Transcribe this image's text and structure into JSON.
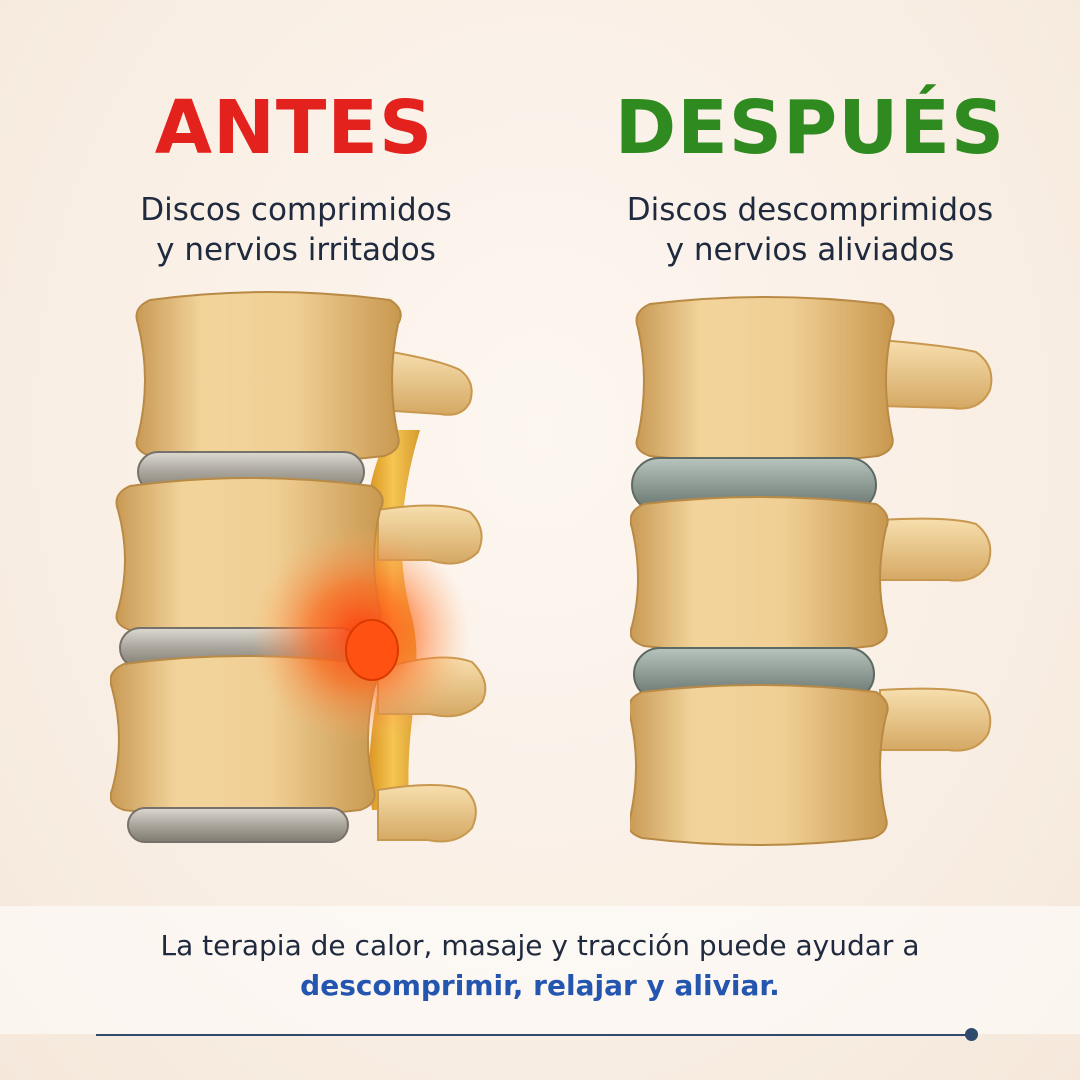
{
  "before": {
    "heading": "ANTES",
    "heading_color": "#e3211d",
    "subtitle_line1": "Discos comprimidos",
    "subtitle_line2": "y nervios irritados"
  },
  "after": {
    "heading": "DESPUÉS",
    "heading_color": "#2f8a1f",
    "subtitle_line1": "Discos descomprimidos",
    "subtitle_line2": "y nervios aliviados"
  },
  "footer": {
    "line1": "La terapia de calor, masaje y tracción puede ayudar a",
    "line2": "descomprimir, relajar y aliviar."
  },
  "colors": {
    "bone": "#ecc98f",
    "disc_compressed": "#b9b6ae",
    "disc_healthy": "#93a19a",
    "inflammation": "#ff4a12",
    "nerve": "#f0b53c",
    "text_dark": "#1f2a3e",
    "accent_blue": "#2456b0"
  }
}
